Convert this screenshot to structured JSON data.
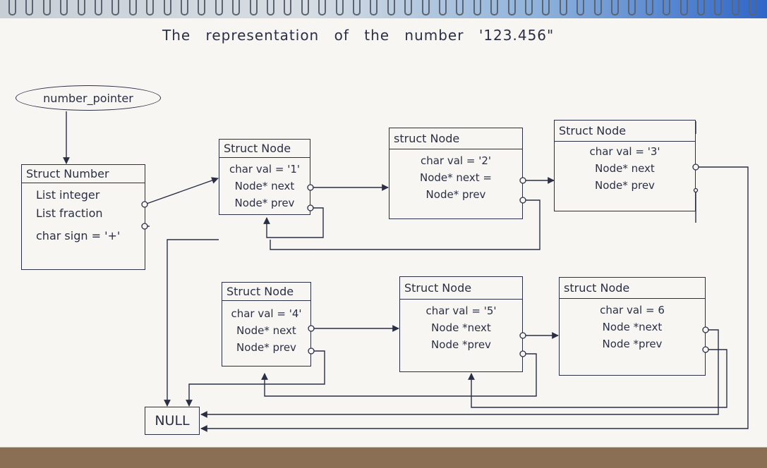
{
  "title": "The representation of the number '123.456\"",
  "pointer": {
    "label": "number_pointer"
  },
  "number": {
    "header": "Struct Number",
    "fields": [
      "List integer",
      "List fraction",
      "char sign = '+'"
    ]
  },
  "integer_nodes": [
    {
      "header": "Struct Node",
      "fields": [
        "char val = '1'",
        "Node* next",
        "Node* prev"
      ]
    },
    {
      "header": "struct Node",
      "fields": [
        "char val = '2'",
        "Node* next =",
        "Node* prev"
      ]
    },
    {
      "header": "Struct Node",
      "fields": [
        "char val = '3'",
        "Node* next",
        "Node* prev"
      ]
    }
  ],
  "fraction_nodes": [
    {
      "header": "Struct Node",
      "fields": [
        "char val = '4'",
        "Node* next",
        "Node* prev"
      ]
    },
    {
      "header": "Struct Node",
      "fields": [
        "char val = '5'",
        "Node *next",
        "Node *prev"
      ]
    },
    {
      "header": "struct Node",
      "fields": [
        "char val = 6",
        "Node *next",
        "Node *prev"
      ]
    }
  ],
  "null_label": "NULL",
  "colors": {
    "ink": "#2a2f45",
    "paper": "#f7f6f3",
    "spiral_blue": "#2f66c8"
  }
}
